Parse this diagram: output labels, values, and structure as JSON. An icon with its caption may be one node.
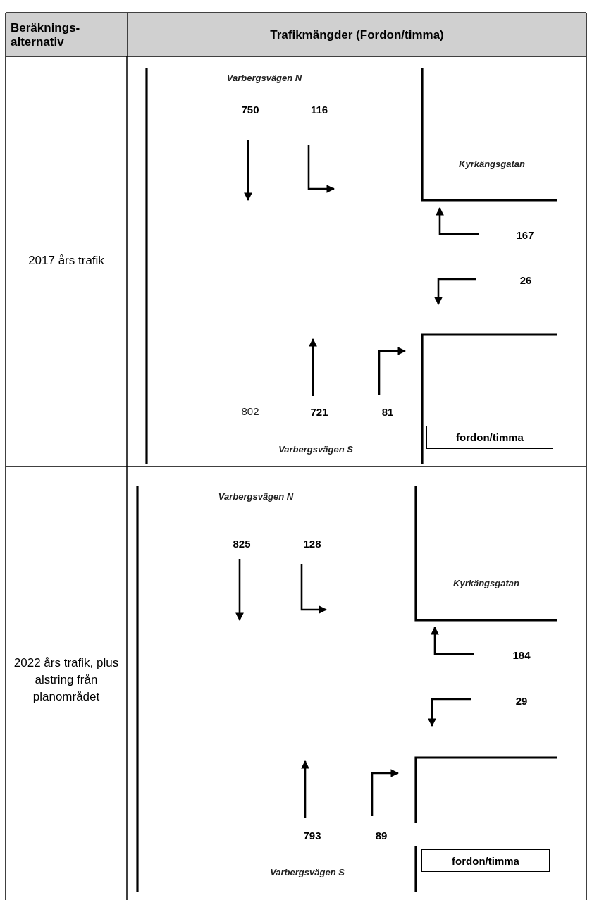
{
  "diagram": {
    "nodes": [
      {
        "text": [
          "fordon/timma"
        ]
      },
      {
        "text": [
          "fordon/timma"
        ]
      }
    ],
    "labels": [
      "Beräknings-alternativ",
      "Trafikmängder (Fordon/timma)",
      "2017 års trafik",
      "Varbergsvägen N",
      "750",
      "116",
      "Kyrkängsgatan",
      "167",
      "26",
      "802",
      "721",
      "81",
      "Varbergsvägen S",
      "2022 års trafik, plus alstring från planområdet",
      "Varbergsvägen N",
      "825",
      "128",
      "Kyrkängsgatan",
      "184",
      "29",
      "793",
      "89",
      "Varbergsvägen S"
    ]
  }
}
